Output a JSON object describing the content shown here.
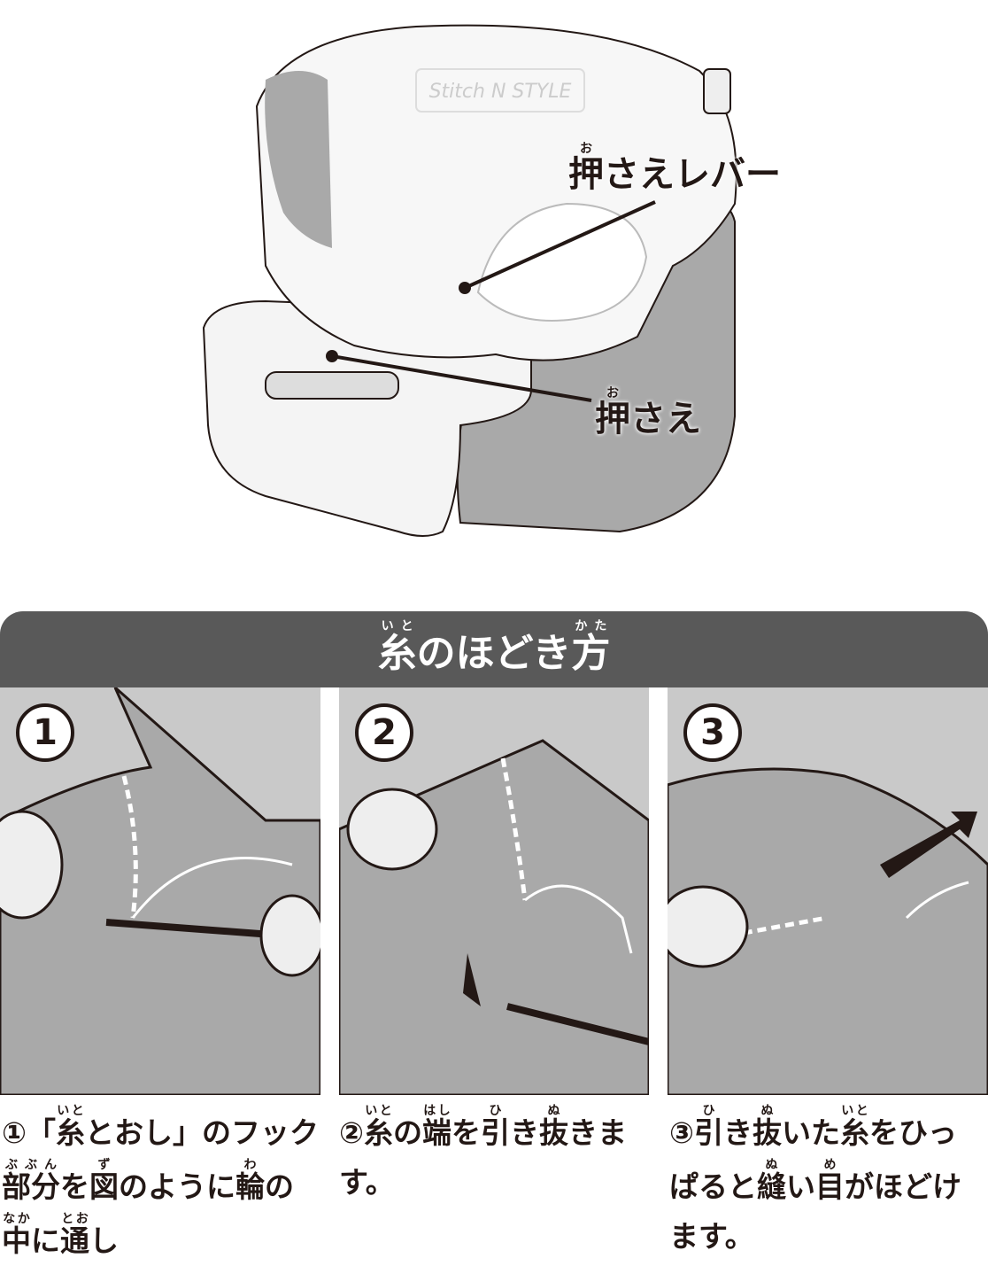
{
  "labels": {
    "presser_lever": [
      {
        "t": "押",
        "r": "お"
      },
      {
        "t": "さえレバー"
      }
    ],
    "presser_foot": [
      {
        "t": "押",
        "r": "お"
      },
      {
        "t": "さえ"
      }
    ]
  },
  "machine_logo": "Stitch N STYLE",
  "section": {
    "title": [
      {
        "t": "糸",
        "r": "いと"
      },
      {
        "t": "のほどき"
      },
      {
        "t": "方",
        "r": "かた"
      }
    ]
  },
  "steps": [
    {
      "number": "1",
      "lines": [
        [
          {
            "t": "①「"
          },
          {
            "t": "糸",
            "r": "いと"
          },
          {
            "t": "とおし」のフック"
          }
        ],
        [
          {
            "t": "部分",
            "r": "ぶぶん"
          },
          {
            "t": "を"
          },
          {
            "t": "図",
            "r": "ず"
          },
          {
            "t": "のように"
          },
          {
            "t": "輪",
            "r": "わ"
          },
          {
            "t": "の"
          }
        ],
        [
          {
            "t": "中",
            "r": "なか"
          },
          {
            "t": "に"
          },
          {
            "t": "通",
            "r": "とお"
          },
          {
            "t": "し"
          }
        ]
      ]
    },
    {
      "number": "2",
      "lines": [
        [
          {
            "t": "②"
          },
          {
            "t": "糸",
            "r": "いと"
          },
          {
            "t": "の"
          },
          {
            "t": "端",
            "r": "はし"
          },
          {
            "t": "を"
          },
          {
            "t": "引",
            "r": "ひ"
          },
          {
            "t": "き"
          },
          {
            "t": "抜",
            "r": "ぬ"
          },
          {
            "t": "きま"
          }
        ],
        [
          {
            "t": "す。"
          }
        ]
      ]
    },
    {
      "number": "3",
      "lines": [
        [
          {
            "t": "③"
          },
          {
            "t": "引",
            "r": "ひ"
          },
          {
            "t": "き"
          },
          {
            "t": "抜",
            "r": "ぬ"
          },
          {
            "t": "いた"
          },
          {
            "t": "糸",
            "r": "いと"
          },
          {
            "t": "をひっ"
          }
        ],
        [
          {
            "t": "ぱると"
          },
          {
            "t": "縫",
            "r": "ぬ"
          },
          {
            "t": "い"
          },
          {
            "t": "目",
            "r": "め"
          },
          {
            "t": "がほどけ"
          }
        ],
        [
          {
            "t": "ます。"
          }
        ]
      ]
    }
  ],
  "colors": {
    "banner": "#595959",
    "panel": "#c9c9c9",
    "ink": "#231815"
  }
}
